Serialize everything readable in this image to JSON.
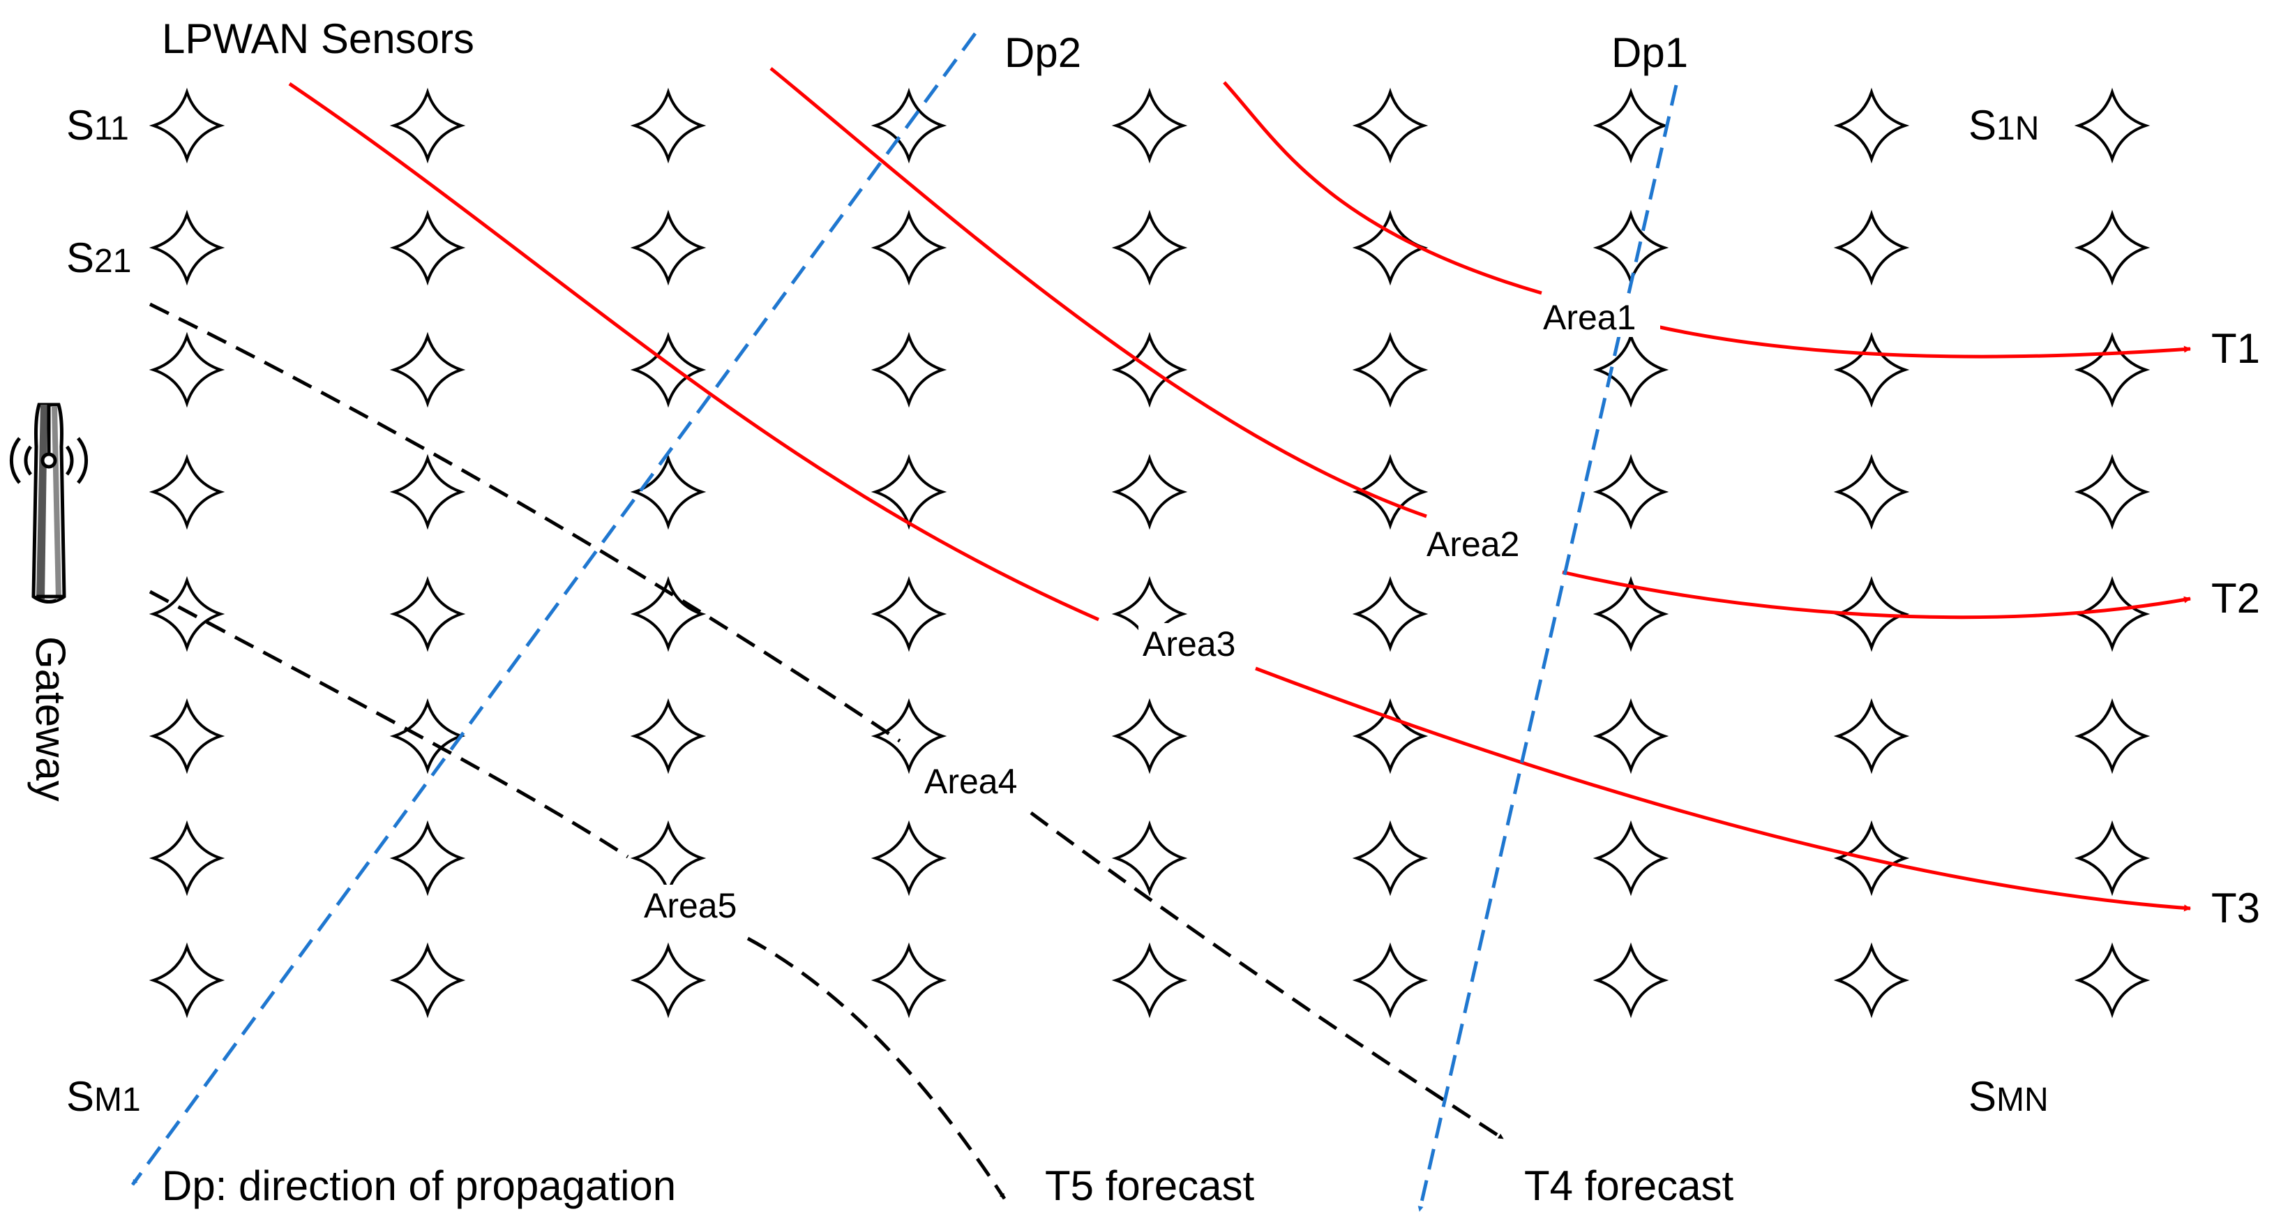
{
  "labels": {
    "sensors_title": "LPWAN Sensors",
    "dp1": "Dp1",
    "dp2": "Dp2",
    "gateway": "Gateway",
    "legend": "Dp: direction of propagation",
    "t1": "T1",
    "t2": "T2",
    "t3": "T3",
    "t4": "T4 forecast",
    "t5": "T5 forecast"
  },
  "sensor_labels": {
    "s11": {
      "main": "S",
      "sub": "11"
    },
    "s21": {
      "main": "S",
      "sub": "21"
    },
    "s1n": {
      "main": "S",
      "sub": "1N"
    },
    "sm1": {
      "main": "S",
      "sub": "M1"
    },
    "smn": {
      "main": "S",
      "sub": "MN"
    }
  },
  "areas": {
    "area1": "Area1",
    "area2": "Area2",
    "area3": "Area3",
    "area4": "Area4",
    "area5": "Area5"
  },
  "grid": {
    "rows": 8,
    "cols": 9
  },
  "colors": {
    "forecast_path": "#ff0000",
    "propagation": "#1f77d0",
    "black_path": "#000000",
    "icon": "#000000"
  }
}
